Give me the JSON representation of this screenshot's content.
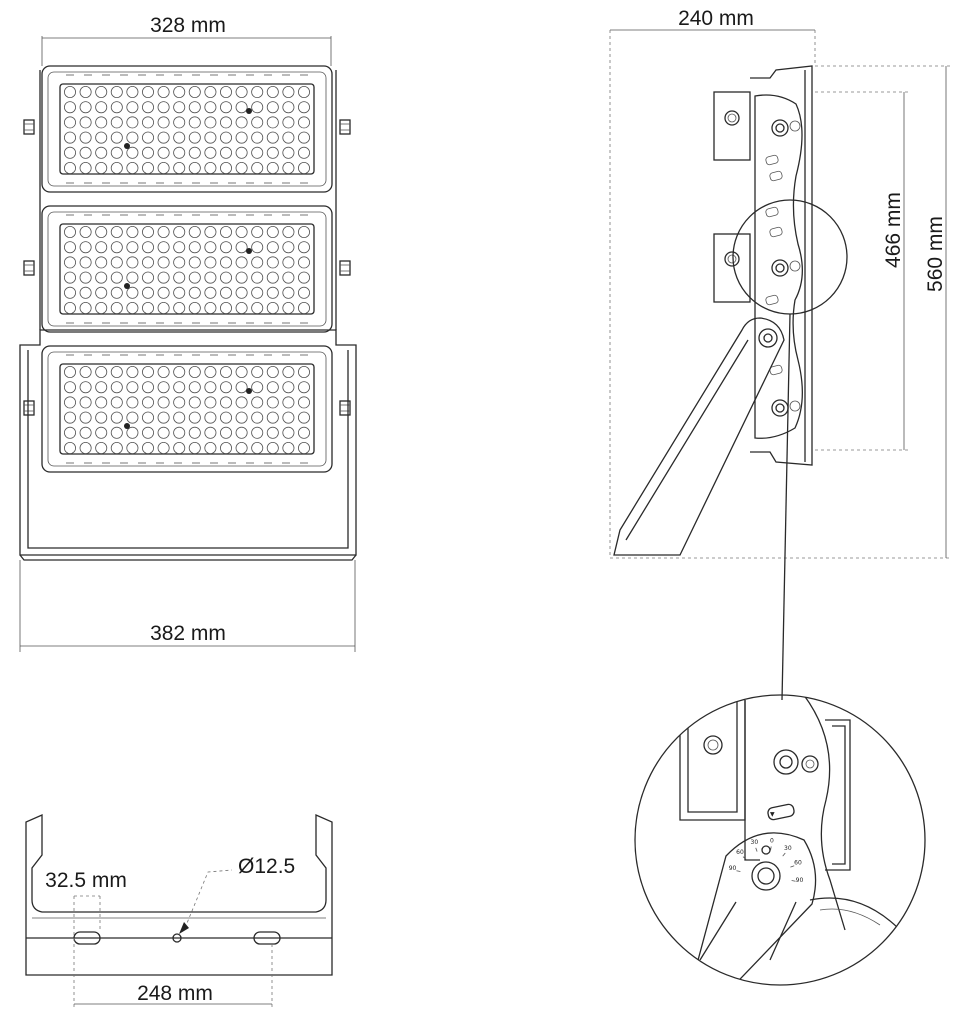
{
  "dimensions": {
    "front_width_top": "328 mm",
    "front_width_bottom": "382 mm",
    "side_depth": "240 mm",
    "side_height_inner": "466 mm",
    "side_height_total": "560 mm",
    "bracket_slot_offset": "32.5 mm",
    "bracket_hole_diameter": "Ø12.5",
    "bracket_slot_spacing": "248 mm"
  },
  "tilt_scale": {
    "labels": [
      "90",
      "60",
      "30",
      "0",
      "30",
      "60",
      "90"
    ]
  },
  "front_view": {
    "module_count": 3,
    "led_rows_per_module": 6,
    "led_cols_per_module": 16
  }
}
